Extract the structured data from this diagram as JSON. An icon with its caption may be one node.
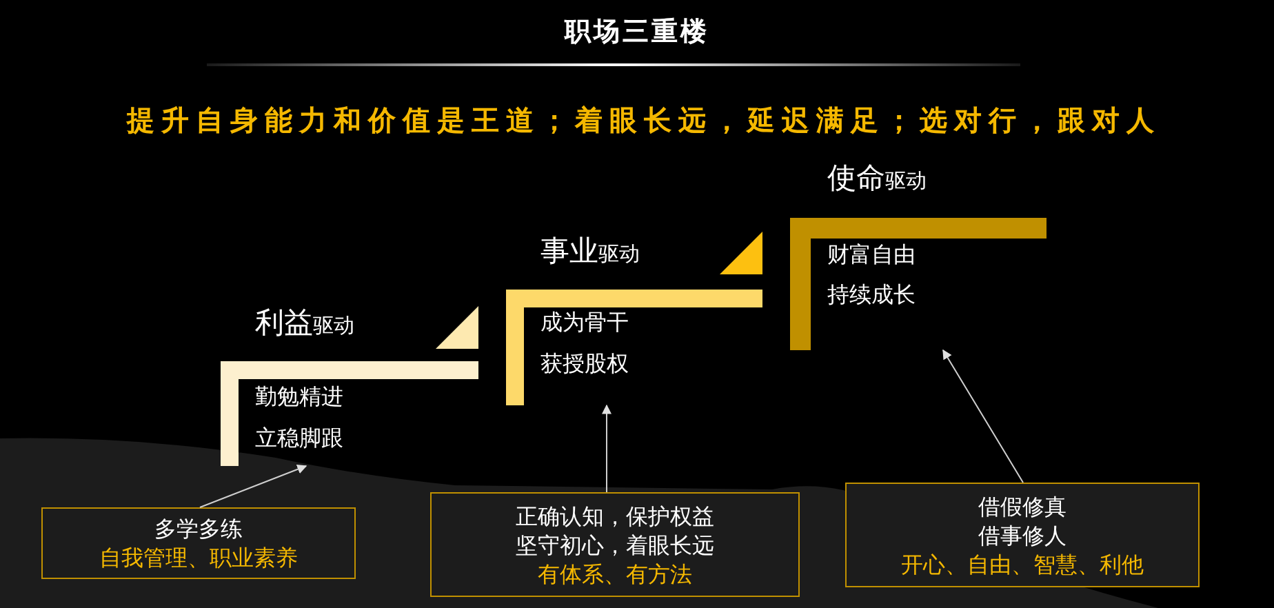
{
  "diagram": {
    "title": "职场三重楼",
    "nodes": [
      {
        "text": [
          "利益",
          "驱动",
          "勤勉精进",
          "立稳脚跟"
        ]
      },
      {
        "text": [
          "事业",
          "驱动",
          "成为骨干",
          "获授股权"
        ]
      },
      {
        "text": [
          "使命",
          "驱动",
          "财富自由",
          "持续成长"
        ]
      },
      {
        "text": [
          "多学多练",
          "自我管理、职业素养"
        ]
      },
      {
        "text": [
          "正确认知，保护权益",
          "坚守初心，着眼长远",
          "有体系、有方法"
        ]
      },
      {
        "text": [
          "借假修真",
          "借事修人",
          "开心、自由、智慧、利他"
        ]
      }
    ],
    "edges": [
      {
        "from": 3,
        "to": 0,
        "arrow": "to"
      },
      {
        "from": 4,
        "to": 1,
        "arrow": "to"
      },
      {
        "from": 5,
        "to": 2,
        "arrow": "to"
      }
    ],
    "labels": [
      "提升自身能力和价值是王道；着眼长远，延迟满足；选对行，跟对人"
    ]
  }
}
